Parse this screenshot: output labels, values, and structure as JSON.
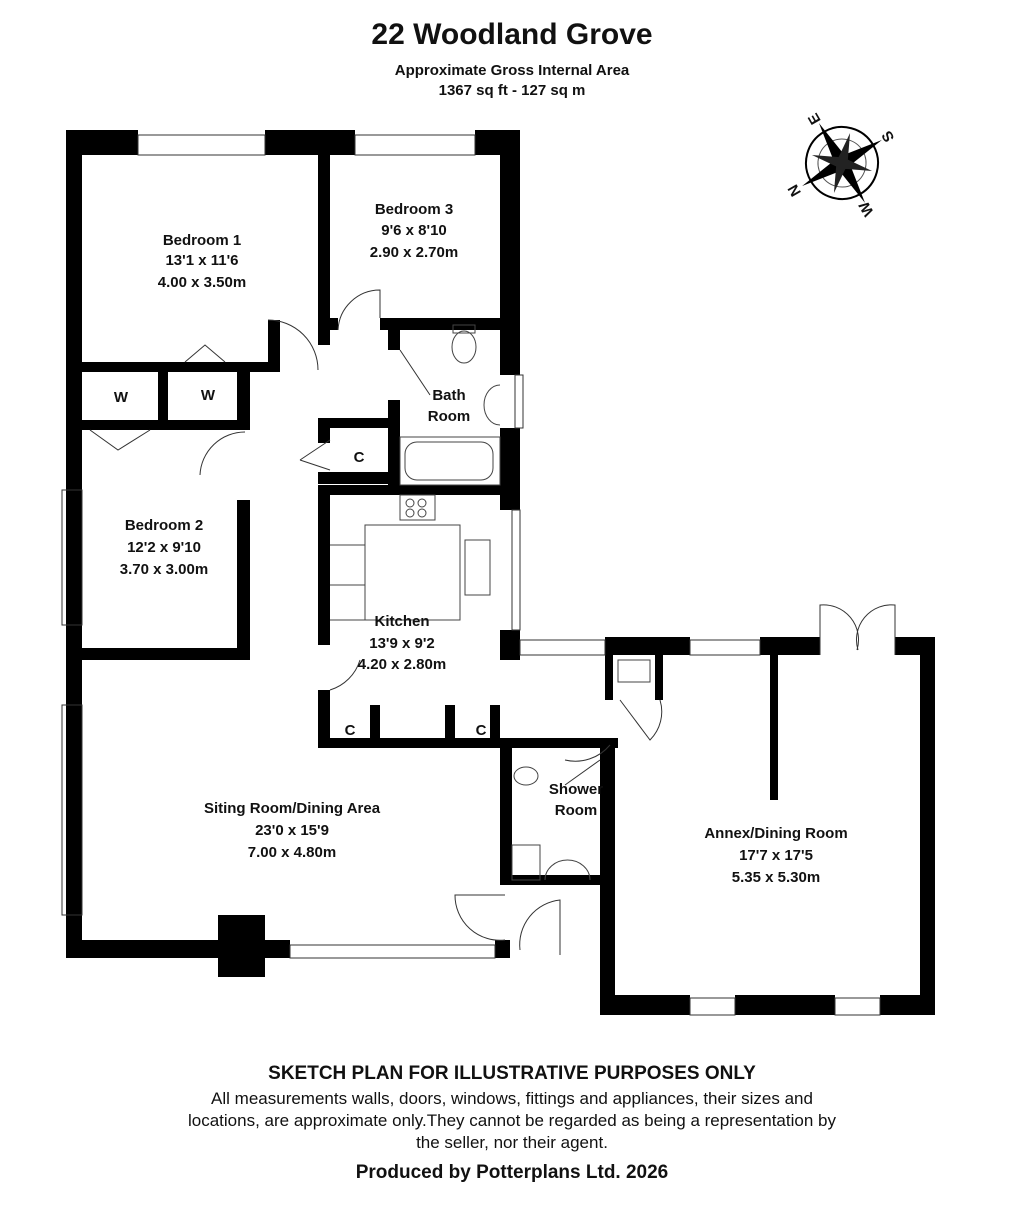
{
  "header": {
    "title": "22 Woodland Grove",
    "subtitle": "Approximate Gross Internal Area",
    "area": "1367 sq ft - 127 sq m"
  },
  "rooms": [
    {
      "name": "Bedroom 1",
      "imperial": "13'1 x 11'6",
      "metric": "4.00 x 3.50m"
    },
    {
      "name": "Bedroom 3",
      "imperial": "9'6 x 8'10",
      "metric": "2.90 x 2.70m"
    },
    {
      "name": "Bedroom 2",
      "imperial": "12'2 x 9'10",
      "metric": "3.70 x 3.00m"
    },
    {
      "name": "Kitchen",
      "imperial": "13'9 x 9'2",
      "metric": "4.20 x 2.80m"
    },
    {
      "name": "Siting Room/Dining Area",
      "imperial": "23'0 x 15'9",
      "metric": "7.00 x 4.80m"
    },
    {
      "name": "Annex/Dining Room",
      "imperial": "17'7 x 17'5",
      "metric": "5.35 x 5.30m"
    }
  ],
  "small_labels": {
    "bath1": "Bath",
    "bath2": "Room",
    "shower1": "Shower",
    "shower2": "Room",
    "wardrobe": "W",
    "cupboard": "C"
  },
  "compass": {
    "n": "N",
    "s": "S",
    "e": "E",
    "w": "W"
  },
  "footer": {
    "disclaimer_title": "SKETCH PLAN FOR ILLUSTRATIVE PURPOSES ONLY",
    "disclaimer_body": "All measurements walls, doors, windows, fittings and appliances, their sizes and locations, are approximate only.They cannot be regarded as being a representation by the seller, nor their agent.",
    "producer": "Produced by Potterplans Ltd. 2026"
  },
  "colors": {
    "wall": "#000000",
    "background": "#ffffff"
  }
}
